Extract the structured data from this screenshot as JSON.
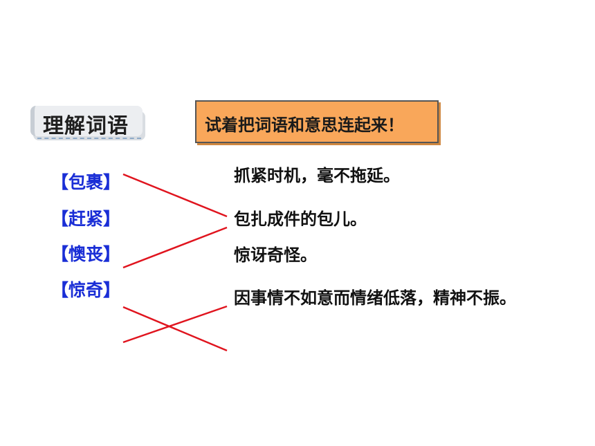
{
  "section_title": "理解词语",
  "instruction": "试着把词语和意思连起来！",
  "terms": [
    "【包裹】",
    "【赶紧】",
    "【懊丧】",
    "【惊奇】"
  ],
  "meanings": [
    "抓紧时机，毫不拖延。",
    "包扎成件的包儿。",
    "惊讶奇怪。",
    "因事情不如意而情绪低落，精神不振。"
  ],
  "line_color": "#e0141e"
}
